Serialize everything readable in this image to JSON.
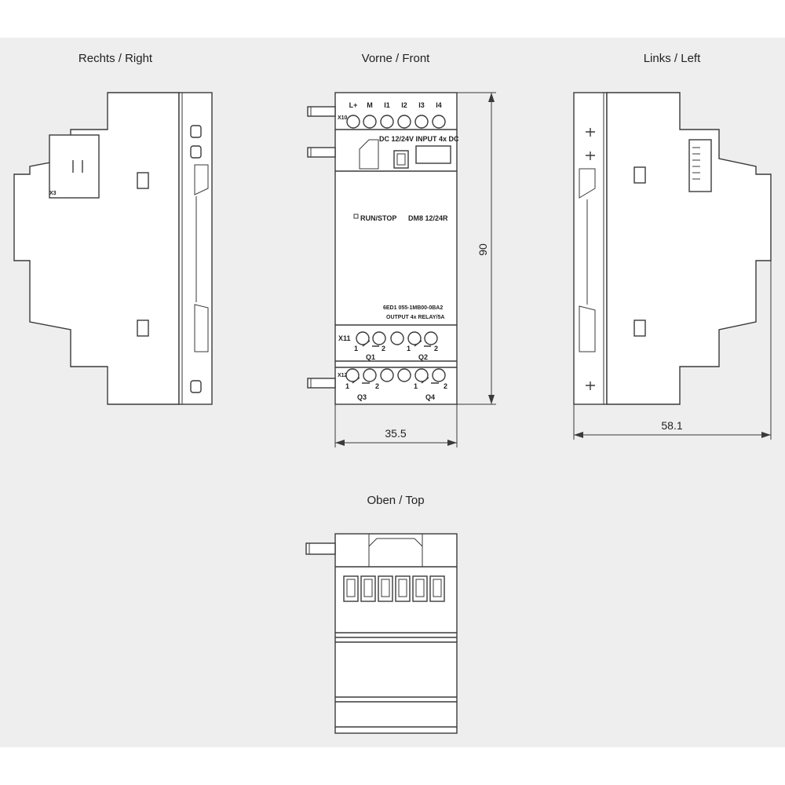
{
  "views": {
    "right": {
      "title": "Rechts / Right",
      "connector_label": "X3"
    },
    "front": {
      "title": "Vorne / Front",
      "input_terminals": [
        "L+",
        "M",
        "I1",
        "I2",
        "I3",
        "I4"
      ],
      "x10_label": "X10",
      "input_header": "DC 12/24V  INPUT 4x DC",
      "led_label": "RUN/STOP",
      "model": "DM8 12/24R",
      "order_number": "6ED1 055-1MB00-0BA2",
      "output_header": "OUTPUT 4x RELAY/5A",
      "x11_label": "X11",
      "x12_label": "X12",
      "relay_contacts": [
        "1",
        "2",
        "1",
        "2",
        "1",
        "2",
        "1",
        "2"
      ],
      "outputs": [
        "Q1",
        "Q2",
        "Q3",
        "Q4"
      ]
    },
    "left": {
      "title": "Links / Left"
    },
    "top": {
      "title": "Oben / Top"
    }
  },
  "dimensions": {
    "height": "90",
    "width": "35.5",
    "depth": "58.1"
  },
  "colors": {
    "background": "#eeeeee",
    "line": "#3a3a3a",
    "fill": "#ffffff"
  }
}
